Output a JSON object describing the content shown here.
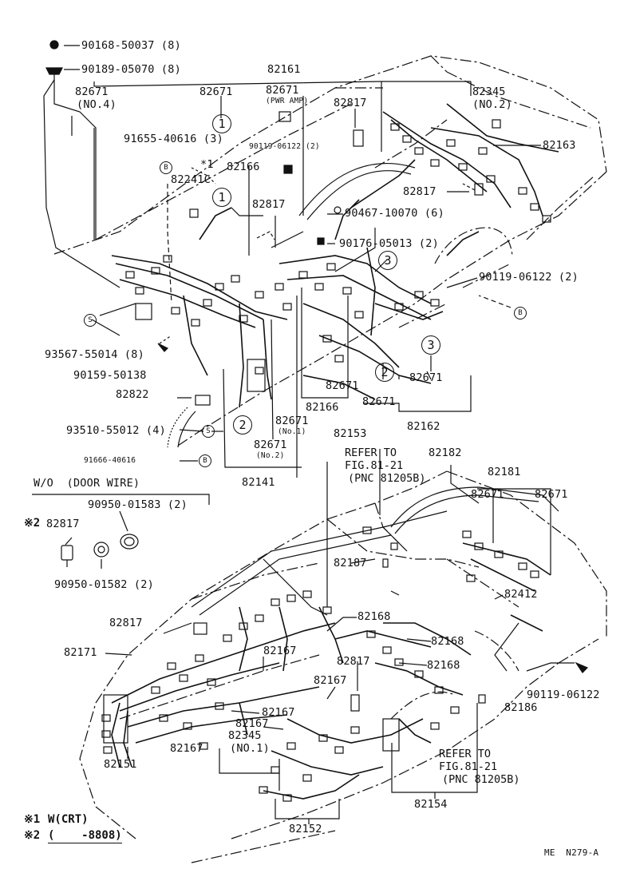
{
  "fasteners": {
    "f1": "90168-50037 (8)",
    "f2": "90189-05070 (8)",
    "f3": "91655-40616 (3)",
    "f4": "90119-06122 (2)",
    "f5": "90467-10070 (6)",
    "f6": "90176-05013 (2)",
    "f7": "90119-06122 (2)",
    "f8": "93567-55014 (8)",
    "f9": "90159-50138",
    "f10": "93510-55012 (4)",
    "f11": "91666-40616",
    "f12": "90119-06122"
  },
  "parts": {
    "p82161": "82161",
    "p82671_no4": "82671",
    "p82671_no4_sub": "(NO.4)",
    "p82671_a": "82671",
    "p82671_pwr": "82671",
    "p82671_pwr_sub": "(PWR AMP)",
    "p82817_a": "82817",
    "p82345_no2": "82345",
    "p82345_no2_sub": "(NO.2)",
    "p82163": "82163",
    "p82166_a": "82166",
    "p82241c": "82241C",
    "p82817_b": "82817",
    "p82817_c": "82817",
    "p82822": "82822",
    "p82671_no1": "82671",
    "p82671_no1_sub": "(No.1)",
    "p82671_no2": "82671",
    "p82671_no2_sub": "(No.2)",
    "p82141": "82141",
    "p82671_b": "82671",
    "p82166_b": "82166",
    "p82671_c": "82671",
    "p82671_d": "82671",
    "p82162": "82162",
    "p82153": "82153",
    "p82182": "82182",
    "p82181": "82181",
    "p82671_e": "82671",
    "p82671_f": "82671",
    "p82187": "82187",
    "p82412": "82412",
    "p82817_d": "82817",
    "p82168_a": "82168",
    "p82168_b": "82168",
    "p82168_c": "82168",
    "p82171": "82171",
    "p82167_a": "82167",
    "p82817_e": "82817",
    "p82167_b": "82167",
    "p82167_c": "82167",
    "p82167_d": "82167",
    "p82345_no1": "82345",
    "p82345_no1_sub": "(NO.1)",
    "p82167_e": "82167",
    "p82186": "82186",
    "p82151": "82151",
    "p82152": "82152",
    "p82154": "82154",
    "p82817_f": "82817",
    "asterisk1": "*1",
    "marker_s1": "S",
    "marker_b1": "B",
    "marker_b2": "B",
    "marker_b3": "B",
    "marker_s2": "S"
  },
  "circles": {
    "c1a": "1",
    "c1b": "1",
    "c3a": "3",
    "c3b": "3",
    "c2a": "2",
    "c2b": "2"
  },
  "refer": {
    "r1_l1": "REFER TO",
    "r1_l2": "FIG.81-21",
    "r1_l3": "(PNC 81205B)",
    "r2_l1": "REFER TO",
    "r2_l2": "FIG.81-21",
    "r2_l3": "(PNC 81205B)"
  },
  "door_wire": {
    "title": "W/O  (DOOR WIRE)",
    "part1": "90950-01583 (2)",
    "part2": "82817",
    "part2_mark": "※2",
    "part3": "90950-01582 (2)"
  },
  "notes": {
    "n1_mark": "※1",
    "n1_text": "W(CRT)",
    "n2_mark": "※2",
    "n2_text": "(    -8808)"
  },
  "code": "ME  N279-A"
}
